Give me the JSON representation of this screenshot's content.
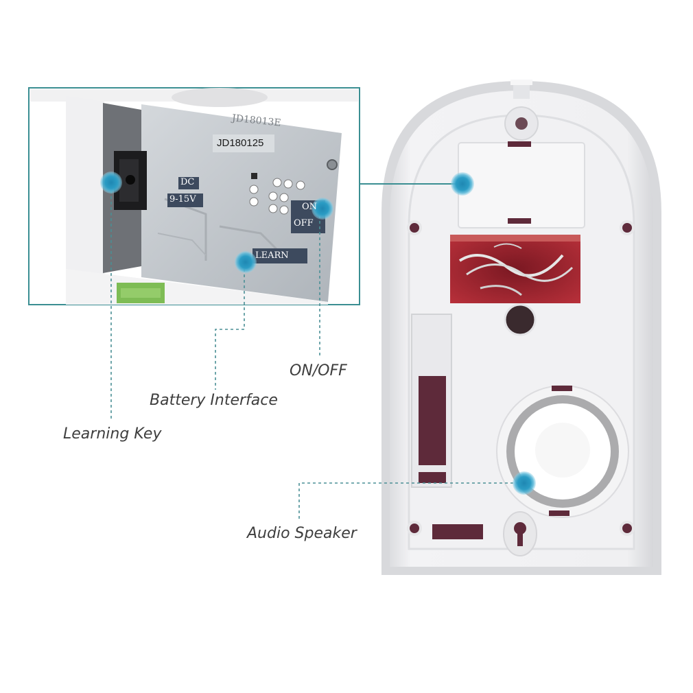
{
  "callouts": {
    "learning_key": "Learning Key",
    "battery_interface": "Battery Interface",
    "on_off": "ON/OFF",
    "audio_speaker": "Audio Speaker"
  },
  "pcb": {
    "serial_top": "JD18013E",
    "serial": "JD180125",
    "dc": "DC",
    "voltage": "9-15V",
    "on": "ON",
    "off": "OFF",
    "learn": "LEARN"
  },
  "colors": {
    "accent_teal": "#3a8e92",
    "hotspot": "#2b9cc4",
    "housing": "#ececee",
    "maroon": "#5e2a3a",
    "red_cavity": "#a0202c",
    "pcb_silver": "#c8ccd0",
    "leader_line": "#4a8f95"
  },
  "icons": [
    "hotspot-dot-icon",
    "screw-hole-icon",
    "keyhole-icon"
  ]
}
